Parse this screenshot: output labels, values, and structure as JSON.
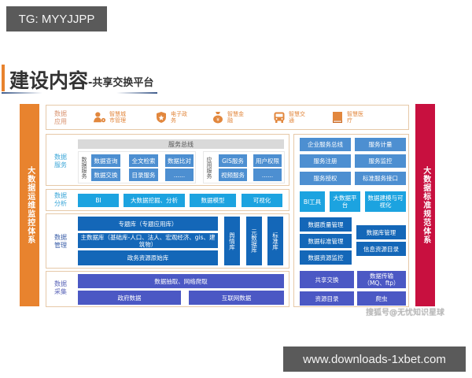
{
  "overlays": {
    "top_tag": "TG: MYYJJPP",
    "bottom_tag": "www.downloads-1xbet.com",
    "watermark": "搜狐号@无忧知识星球"
  },
  "header": {
    "title": "建设内容",
    "subtitle": "-共享交换平台"
  },
  "colors": {
    "left_bar": "#e8832e",
    "right_bar": "#c8103f",
    "light_blue": "#4d8fd1",
    "cyan": "#1ca3e0",
    "dark_blue": "#1467b8",
    "purple": "#4b58c4",
    "panel_border": "#e6c9a8",
    "app_orange": "#e2873d"
  },
  "left_bar": {
    "label": "大数据运维监控体系"
  },
  "right_bar": {
    "label": "大数据标准规范体系"
  },
  "rows": {
    "app": {
      "label": "数据应用",
      "items": [
        {
          "icon": "smart-city-icon",
          "label": "智慧城市管理"
        },
        {
          "icon": "shield-star-icon",
          "label": "电子政务"
        },
        {
          "icon": "money-bag-icon",
          "label": "智慧金融"
        },
        {
          "icon": "bus-icon",
          "label": "智慧交通"
        },
        {
          "icon": "book-icon",
          "label": "智慧医疗"
        }
      ]
    },
    "service": {
      "label": "数据服务",
      "bus": "服务总线",
      "data_service": {
        "label": "数据服务",
        "items": [
          "数据查询",
          "全文检索",
          "数据比对",
          "数据交换",
          "目录服务",
          "......"
        ]
      },
      "app_service": {
        "label": "应用服务",
        "items": [
          "GIS服务",
          "用户权限",
          "视频服务",
          "......"
        ]
      }
    },
    "analysis": {
      "label": "数据分析",
      "items": [
        "BI",
        "大数据挖掘、分析",
        "数据模型",
        "可视化"
      ]
    },
    "management": {
      "label": "数据管理",
      "items": [
        "专题库（专题应用库）",
        "主数据库（基础库-人口、法人、宏观经济、gis、建筑物）",
        "政务资源原始库"
      ],
      "vertical_items": [
        "舆情库",
        "元数据库",
        "标准库"
      ]
    },
    "collection": {
      "label": "数据采集",
      "top": "数据抽取、网络爬取",
      "items": [
        "政府数据",
        "互联网数据"
      ]
    }
  },
  "right_panel": {
    "service_items": [
      "企业服务总线",
      "服务计量",
      "服务注册",
      "服务监控",
      "服务授权",
      "标准服务接口"
    ],
    "analysis_items": [
      "BI工具",
      "大数据平台",
      "数据建模与可视化"
    ],
    "management_left": [
      "数据质量管理",
      "数据标准管理",
      "数据资源监控"
    ],
    "management_right": [
      "数据库管理",
      "信息资源目录"
    ],
    "collection_items": [
      "共享交换",
      "数据传输（MQ、ftp）",
      "资源目录",
      "爬虫"
    ]
  }
}
